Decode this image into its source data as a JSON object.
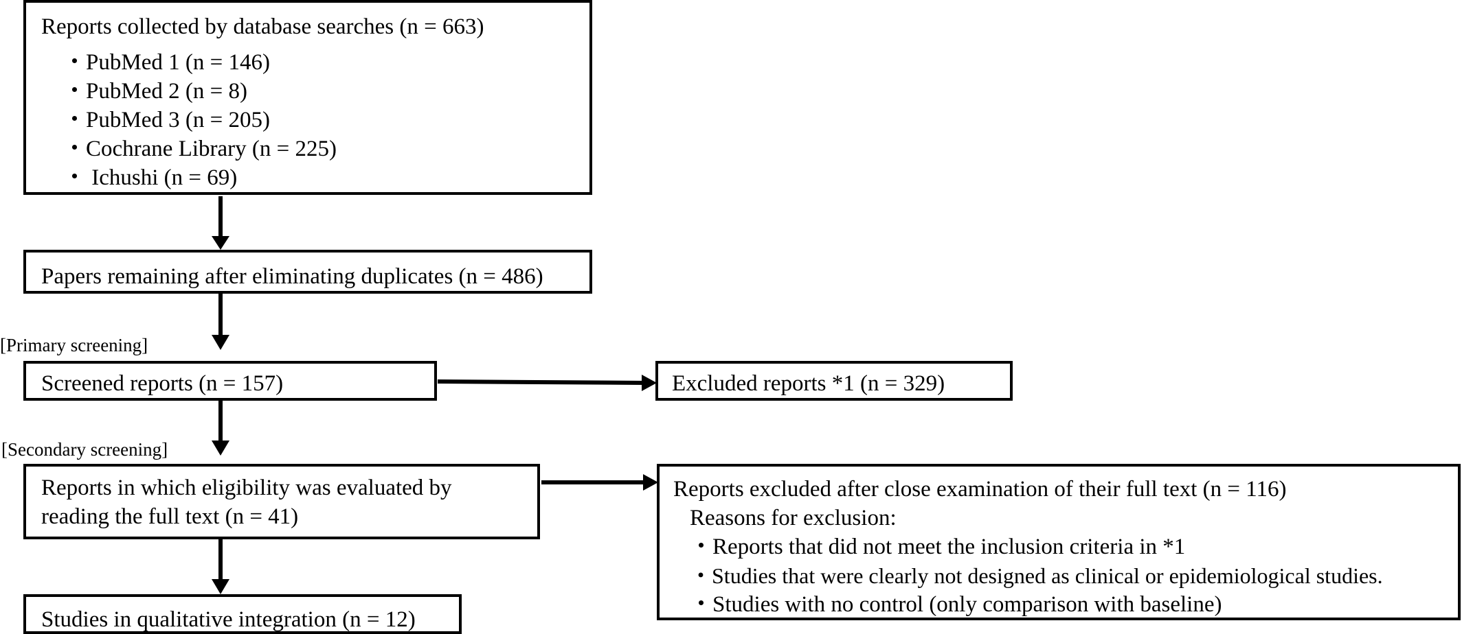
{
  "box_search": {
    "title": "Reports collected by database searches (n = 663)",
    "items": [
      "・PubMed 1 (n = 146)",
      "・PubMed 2 (n = 8)",
      "・PubMed 3 (n = 205)",
      "・Cochrane Library (n = 225)",
      "・ Ichushi (n = 69)"
    ]
  },
  "box_duplicates": {
    "text": "Papers remaining after eliminating duplicates (n = 486)"
  },
  "label_primary": "[Primary screening]",
  "box_screened": {
    "text": "Screened reports (n = 157)"
  },
  "box_excluded1": {
    "text": "Excluded reports *1 (n = 329)"
  },
  "label_secondary": "[Secondary screening]",
  "box_fulltext": {
    "lines": [
      "Reports in which eligibility was evaluated by",
      "reading the full text (n = 41)"
    ]
  },
  "box_excluded2": {
    "title": "Reports excluded after close examination of their full text (n = 116)",
    "reasons_heading": "Reasons for exclusion:",
    "reasons": [
      "・Reports that did not meet the inclusion criteria in *1",
      "・Studies that were clearly not designed as clinical or epidemiological studies.",
      "・Studies with no control (only comparison with baseline)"
    ]
  },
  "box_integration": {
    "text": "Studies in qualitative integration (n = 12)"
  },
  "colors": {
    "stroke": "#000000",
    "background": "#ffffff"
  }
}
